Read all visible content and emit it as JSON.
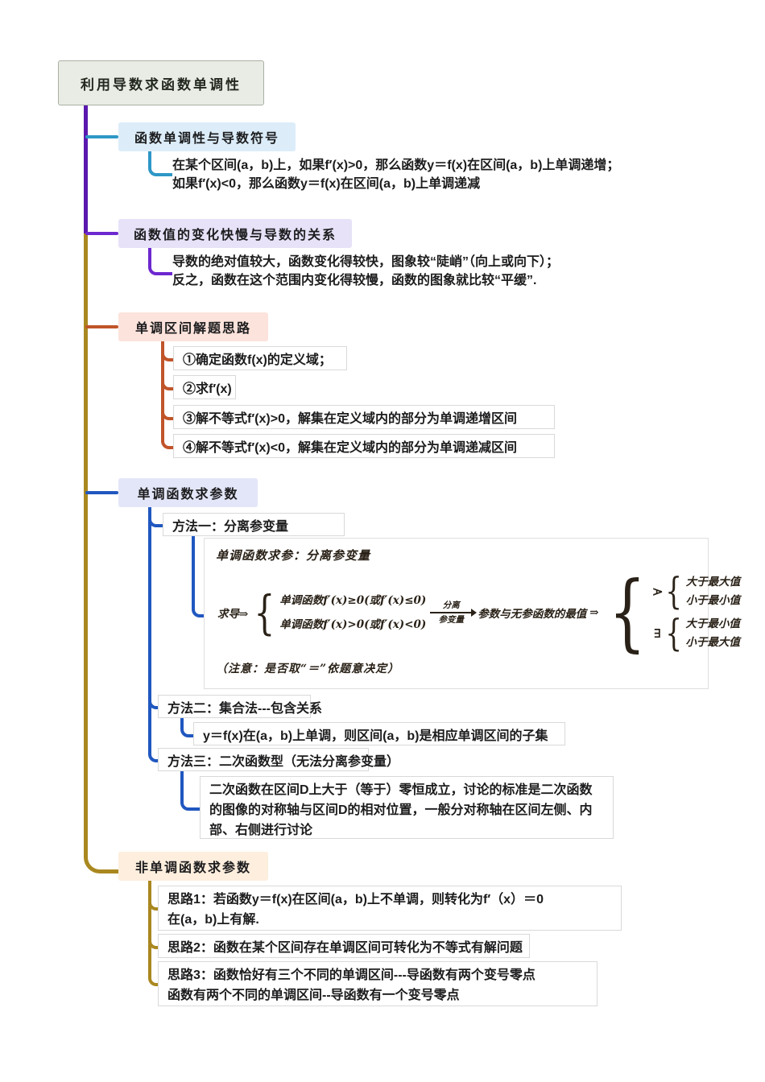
{
  "root": {
    "title": "利用导数求函数单调性"
  },
  "branch1": {
    "title": "函数单调性与导数符号",
    "line1": "在某个区间(a，b)上，如果f′(x)>0，那么函数y＝f(x)在区间(a，b)上单调递增；",
    "line2": "如果f′(x)<0，那么函数y＝f(x)在区间(a，b)上单调递减"
  },
  "branch2": {
    "title": "函数值的变化快慢与导数的关系",
    "line1": "导数的绝对值较大，函数变化得较快，图象较“陡峭”（向上或向下）；",
    "line2": "反之，函数在这个范围内变化得较慢，函数的图象就比较“平缓”."
  },
  "branch3": {
    "title": "单调区间解题思路",
    "steps": [
      "①确定函数f(x)的定义域；",
      "②求f′(x)",
      "③解不等式f′(x)>0，解集在定义域内的部分为单调递增区间",
      "④解不等式f′(x)<0，解集在定义域内的部分为单调递减区间"
    ]
  },
  "branch4": {
    "title": "单调函数求参数",
    "method1": {
      "title": "方法一：分离参变量",
      "figure": {
        "caption": "单调函数求参：分离参变量",
        "lead": "求导⇒",
        "case1": "单调函数f′(x)≥0(或f′(x)≤0)",
        "case2": "单调函数f′(x)>0(或f′(x)<0)",
        "arrow_top": "分离",
        "arrow_bottom": "参变量",
        "mid": "参数与无参函数的最值",
        "implies": "⇒",
        "forall": "∀",
        "exists": "∃",
        "forall_case1": "大于最大值",
        "forall_case2": "小于最小值",
        "exists_case1": "大于最小值",
        "exists_case2": "小于最大值",
        "note": "（注意：是否取“＝”依题意决定）"
      }
    },
    "method2": {
      "title": "方法二：集合法---包含关系",
      "note": "y＝f(x)在(a，b)上单调，则区间(a，b)是相应单调区间的子集"
    },
    "method3": {
      "title": "方法三：二次函数型（无法分离参变量）",
      "note": "二次函数在区间D上大于（等于）零恒成立，讨论的标准是二次函数的图像的对称轴与区间D的相对位置，一般分对称轴在区间左侧、内部、右侧进行讨论"
    }
  },
  "branch5": {
    "title": "非单调函数求参数",
    "idea1_line1": "思路1：若函数y＝f(x)在区间(a，b)上不单调，则转化为f′（x）＝0",
    "idea1_line2": "在(a，b)上有解.",
    "idea2": "思路2：函数在某个区间存在单调区间可转化为不等式有解问题",
    "idea3_line1": "思路3：函数恰好有三个不同的单调区间---导函数有两个变号零点",
    "idea3_line2": "函数有两个不同的单调区间--导函数有一个变号零点"
  },
  "colors": {
    "trunk_purple": "#5a18ae",
    "branch1_teal": "#2e97c6",
    "branch2_purple": "#6d28cf",
    "branch3_rust": "#c05429",
    "branch4_blue": "#2057c0",
    "branch5_gold": "#aa8820",
    "root_bg": "#e9ece4",
    "node1_bg": "#dcedf9",
    "node2_bg": "#e7e2f8",
    "node3_bg": "#fce3dc",
    "node4_bg": "#e3e6f8",
    "node5_bg": "#fdeedd"
  }
}
